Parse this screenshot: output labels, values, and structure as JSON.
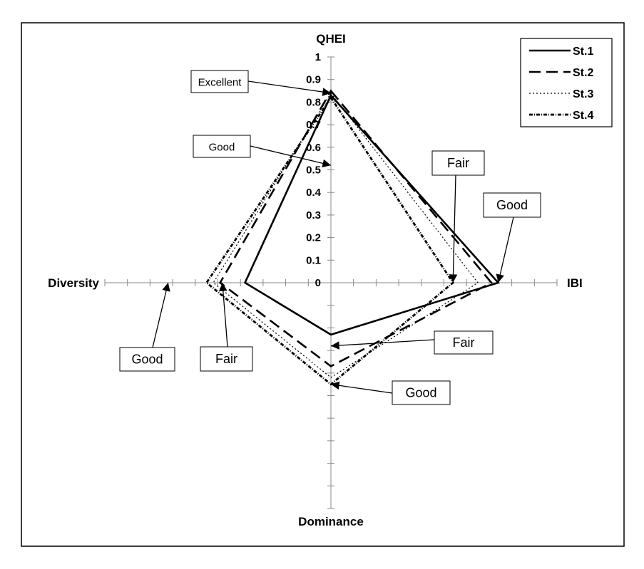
{
  "chart_data": {
    "type": "radar",
    "axes": [
      "QHEI",
      "IBI",
      "Dominance",
      "Diversity"
    ],
    "axis_range": [
      0,
      1
    ],
    "tick_labels": [
      "0",
      "0.1",
      "0.2",
      "0.3",
      "0.4",
      "0.5",
      "0.6",
      "0.7",
      "0.8",
      "0.9",
      "1"
    ],
    "grid": false,
    "legend_position": "top-right",
    "series": [
      {
        "name": "St.1",
        "values": [
          0.83,
          0.74,
          0.23,
          0.38
        ],
        "style": "solid",
        "color": "#000000"
      },
      {
        "name": "St.2",
        "values": [
          0.85,
          0.71,
          0.37,
          0.49
        ],
        "style": "dashed",
        "color": "#000000"
      },
      {
        "name": "St.3",
        "values": [
          0.84,
          0.65,
          0.42,
          0.52
        ],
        "style": "dotted",
        "color": "#000000"
      },
      {
        "name": "St.4",
        "values": [
          0.82,
          0.54,
          0.45,
          0.55
        ],
        "style": "dash-dot",
        "color": "#000000"
      }
    ],
    "annotations": [
      {
        "text": "Excellent",
        "axis": "QHEI",
        "value": 0.84
      },
      {
        "text": "Good",
        "axis": "QHEI",
        "value": 0.52
      },
      {
        "text": "Fair",
        "axis": "IBI",
        "value": 0.54
      },
      {
        "text": "Good",
        "axis": "IBI",
        "value": 0.74
      },
      {
        "text": "Fair",
        "axis": "Dominance",
        "value": 0.28
      },
      {
        "text": "Good",
        "axis": "Dominance",
        "value": 0.45
      },
      {
        "text": "Good",
        "axis": "Diversity",
        "value": 0.72
      },
      {
        "text": "Fair",
        "axis": "Diversity",
        "value": 0.48
      }
    ]
  }
}
